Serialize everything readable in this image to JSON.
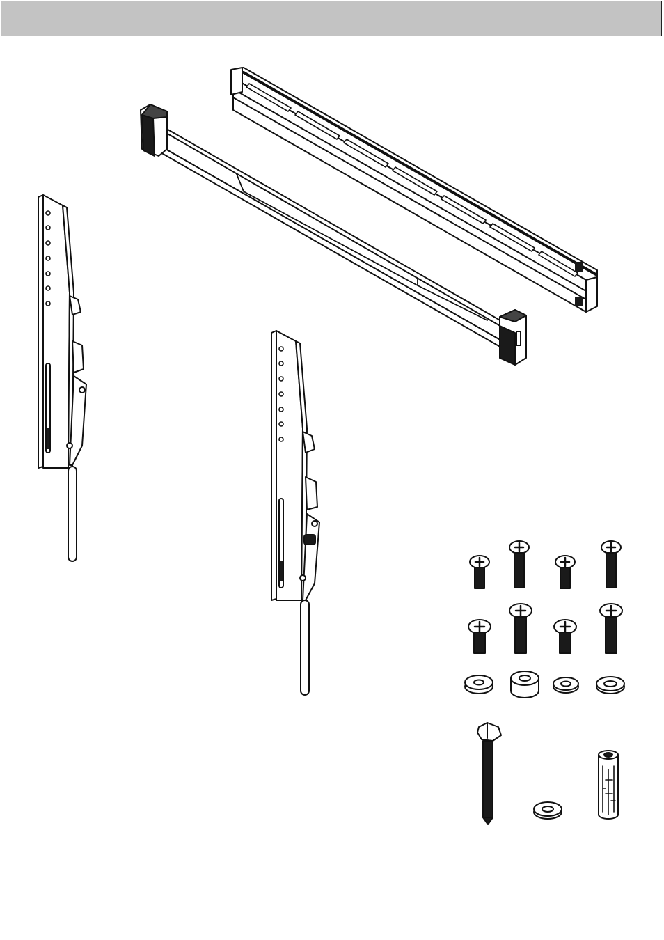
{
  "header": {
    "title": ""
  },
  "colors": {
    "header_fill": "#c3c3c3",
    "line": "#111111",
    "dark_part": "#1a1a1a",
    "background": "#ffffff"
  },
  "parts": [
    {
      "name": "upper-wall-rail",
      "icon": "rail-icon"
    },
    {
      "name": "lower-wall-rail",
      "icon": "rail-icon"
    },
    {
      "name": "left-vertical-bracket",
      "icon": "bracket-icon"
    },
    {
      "name": "right-vertical-bracket",
      "icon": "bracket-icon"
    },
    {
      "name": "screws-and-washers",
      "icon": "screw-icon"
    },
    {
      "name": "lag-bolt-washer-anchor",
      "icon": "anchor-icon"
    }
  ]
}
